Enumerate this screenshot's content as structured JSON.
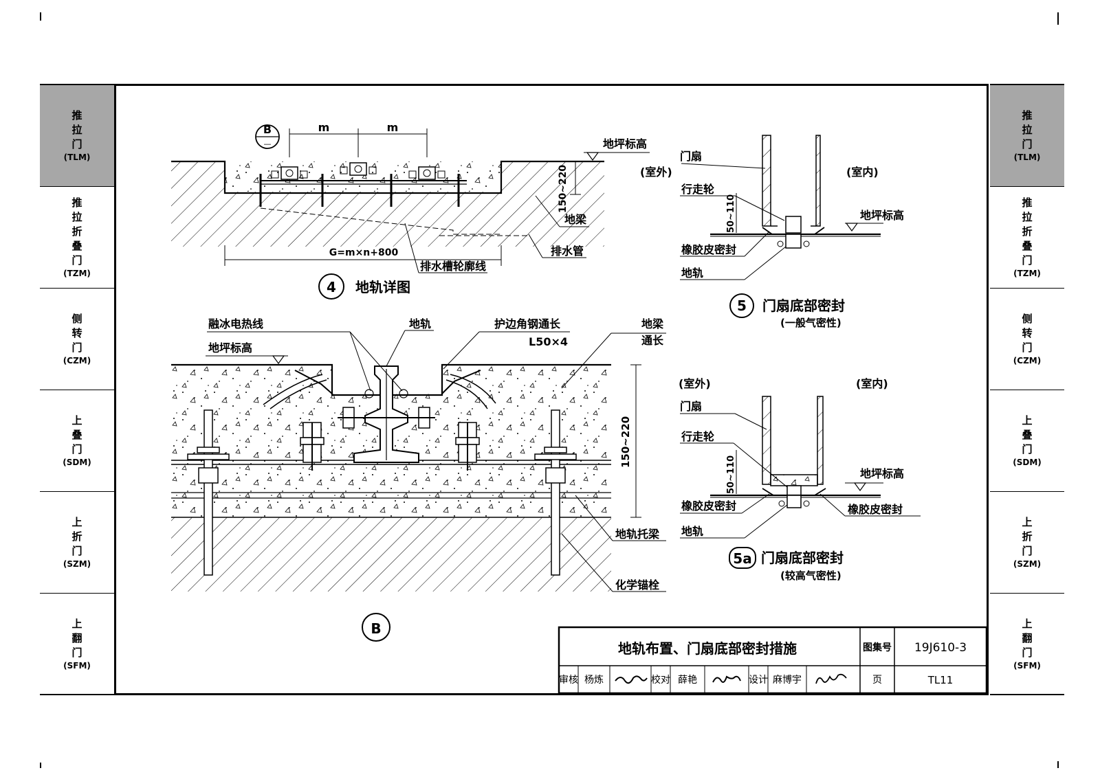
{
  "left_tabs": [
    {
      "chars": [
        "推",
        "拉",
        "门"
      ],
      "code": "(TLM)",
      "active": true
    },
    {
      "chars": [
        "推",
        "拉",
        "折",
        "叠",
        "门"
      ],
      "code": "(TZM)",
      "active": false
    },
    {
      "chars": [
        "侧",
        "转",
        "门"
      ],
      "code": "(CZM)",
      "active": false
    },
    {
      "chars": [
        "上",
        "叠",
        "门"
      ],
      "code": "(SDM)",
      "active": false
    },
    {
      "chars": [
        "上",
        "折",
        "门"
      ],
      "code": "(SZM)",
      "active": false
    },
    {
      "chars": [
        "上",
        "翻",
        "门"
      ],
      "code": "(SFM)",
      "active": false
    }
  ],
  "right_tabs": [
    {
      "chars": [
        "推",
        "拉",
        "门"
      ],
      "code": "(TLM)",
      "active": true
    },
    {
      "chars": [
        "推",
        "拉",
        "折",
        "叠",
        "门"
      ],
      "code": "(TZM)",
      "active": false
    },
    {
      "chars": [
        "侧",
        "转",
        "门"
      ],
      "code": "(CZM)",
      "active": false
    },
    {
      "chars": [
        "上",
        "叠",
        "门"
      ],
      "code": "(SDM)",
      "active": false
    },
    {
      "chars": [
        "上",
        "折",
        "门"
      ],
      "code": "(SZM)",
      "active": false
    },
    {
      "chars": [
        "上",
        "翻",
        "门"
      ],
      "code": "(SFM)",
      "active": false
    }
  ],
  "detail4": {
    "number": "4",
    "title": "地轨详图",
    "ref_mark": "B",
    "ref_dash": "—",
    "m1": "m",
    "m2": "m",
    "floor_level": "地坪标高",
    "depth": "150~220",
    "beam": "地梁",
    "drain_pipe": "排水管",
    "drain_outline": "排水槽轮廓线",
    "length_formula": "G=m×n+800"
  },
  "detail5": {
    "number": "5",
    "title": "门扇底部密封",
    "subtitle": "(一般气密性)",
    "outdoor": "(室外)",
    "indoor": "(室内)",
    "leaf": "门扇",
    "wheel": "行走轮",
    "seal": "橡胶皮密封",
    "rail": "地轨",
    "floor_level": "地坪标高",
    "gap": "50~110"
  },
  "detail5a": {
    "number": "5a",
    "title": "门扇底部密封",
    "subtitle": "(较高气密性)",
    "outdoor": "(室外)",
    "indoor": "(室内)",
    "leaf": "门扇",
    "wheel": "行走轮",
    "seal_left": "橡胶皮密封",
    "seal_right": "橡胶皮密封",
    "rail": "地轨",
    "floor_level": "地坪标高",
    "gap": "50~110"
  },
  "detailB": {
    "mark": "B",
    "heating_wire": "融冰电热线",
    "rail": "地轨",
    "angle_steel": "护边角钢通长",
    "angle_size": "L50×4",
    "beam_line1": "地梁",
    "beam_line2": "通长",
    "floor_level": "地坪标高",
    "depth": "150~220",
    "support_beam": "地轨托梁",
    "anchor": "化学锚栓"
  },
  "title_block": {
    "title": "地轨布置、门扇底部密封措施",
    "atlas_label": "图集号",
    "atlas_no": "19J610-3",
    "review_label": "审核",
    "reviewer": "杨炼",
    "check_label": "校对",
    "checker": "薛艳",
    "design_label": "设计",
    "designer": "麻博宇",
    "page_label": "页",
    "page_no": "TL11"
  }
}
